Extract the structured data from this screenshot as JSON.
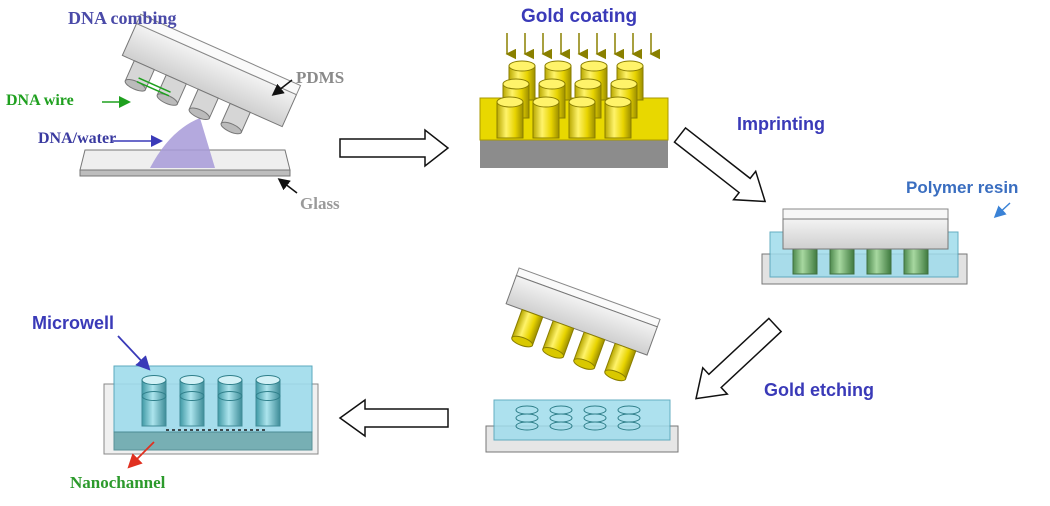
{
  "labels": {
    "dna_combing": "DNA combing",
    "pdms": "PDMS",
    "dna_wire": "DNA wire",
    "dna_water": "DNA/water",
    "glass": "Glass",
    "gold_coating": "Gold coating",
    "imprinting": "Imprinting",
    "polymer_resin": "Polymer resin",
    "gold_etching": "Gold etching",
    "microwell": "Microwell",
    "nanochannel": "Nanochannel"
  },
  "colors": {
    "dna_combing": "#4a4aa8",
    "pdms": "#8a8a8a",
    "dna_wire": "#1fa01f",
    "dna_water": "#3a3aa0",
    "glass": "#9a9a9a",
    "gold_coating": "#3a3ab8",
    "imprinting": "#3a3ab8",
    "polymer_resin": "#3a6ec0",
    "gold_etching": "#3a3ab8",
    "microwell": "#3a3ab8",
    "nanochannel": "#2c9a2c"
  }
}
